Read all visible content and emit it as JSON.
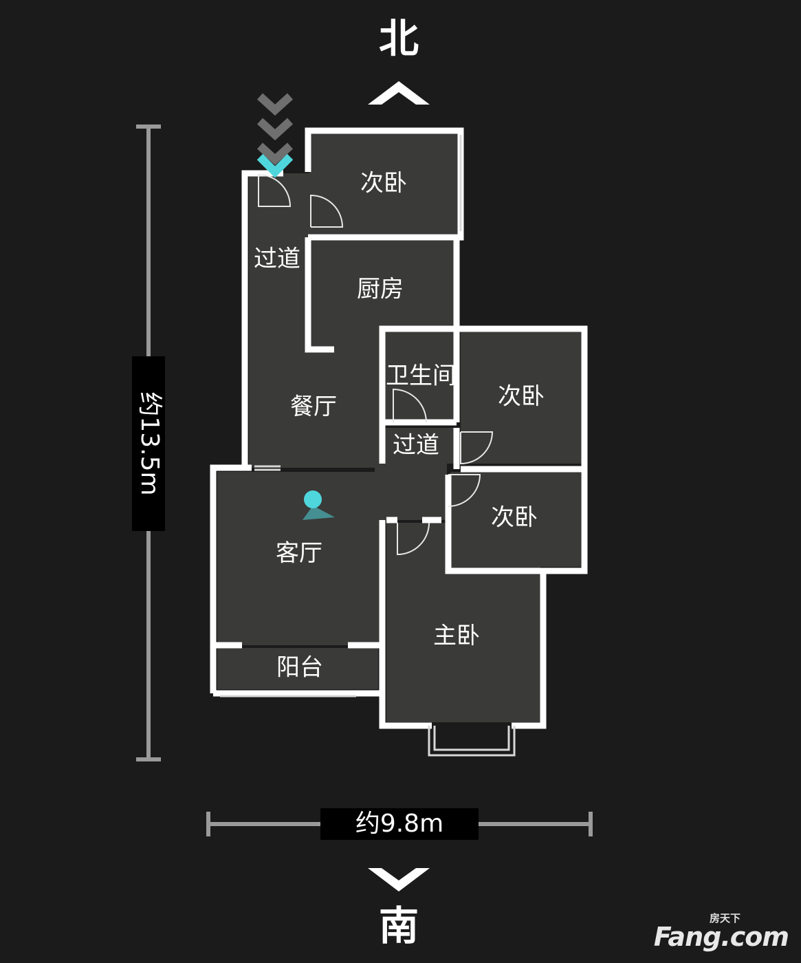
{
  "compass": {
    "north": "北",
    "south": "南"
  },
  "dimensions": {
    "height": "约13.5m",
    "width": "约9.8m"
  },
  "rooms": {
    "bedroom_north": "次卧",
    "corridor_west": "过道",
    "kitchen": "厨房",
    "bathroom": "卫生间",
    "bedroom_east_upper": "次卧",
    "dining": "餐厅",
    "corridor_center": "过道",
    "bedroom_east_lower": "次卧",
    "living": "客厅",
    "master_bedroom": "主卧",
    "balcony": "阳台"
  },
  "watermark": {
    "sub": "房天下",
    "main": "Fang.com"
  },
  "colors": {
    "background": "#1b1b1b",
    "walls": "#ffffff",
    "marker": "#4fd6dc",
    "floor": "#3a3a38"
  },
  "icons": {
    "entry": "entrance-chevrons-icon",
    "viewpoint": "camera-viewpoint-icon"
  }
}
